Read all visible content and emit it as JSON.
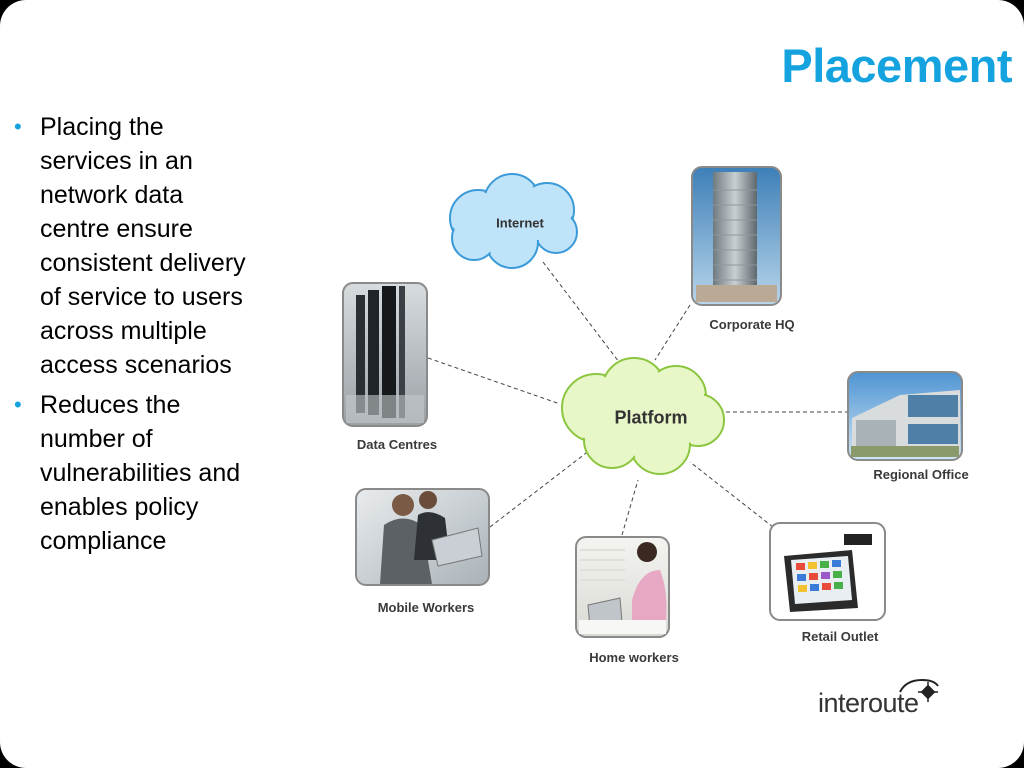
{
  "slide": {
    "title": "Placement",
    "bullets": [
      "Placing the services in an network data centre ensure consistent delivery of service to users across multiple access scenarios",
      "Reduces the number of vulnerabilities and enables policy compliance"
    ]
  },
  "diagram": {
    "center": "Platform",
    "internet": "Internet",
    "nodes": {
      "corporate_hq": "Corporate HQ",
      "data_centres": "Data Centres",
      "regional_office": "Regional Office",
      "mobile_workers": "Mobile Workers",
      "home_workers": "Home workers",
      "retail_outlet": "Retail Outlet"
    }
  },
  "logo": {
    "text": "interoute"
  },
  "colors": {
    "accent": "#14a3df",
    "platform_cloud": "#e8f7c8",
    "internet_cloud": "#bfe3f8"
  }
}
